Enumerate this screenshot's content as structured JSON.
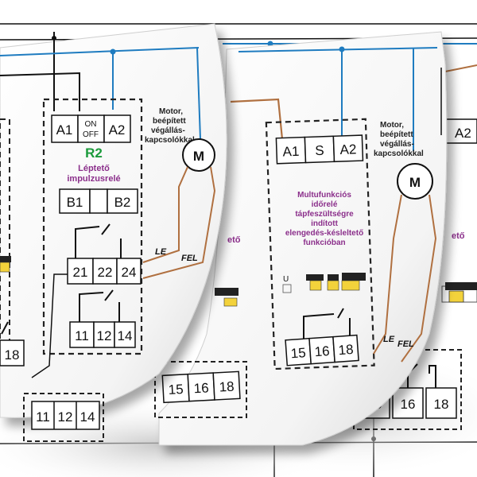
{
  "colors": {
    "blue_wire": "#1f7cc0",
    "brown_wire": "#b07040",
    "black_wire": "#111111",
    "label_purple": "#8b2f8b",
    "label_green": "#1a9a3a"
  },
  "front_sheet": {
    "terminals_top": [
      "A1",
      "ON\nOFF",
      "A2"
    ],
    "relay_id": "R2",
    "relay_name_line1": "Léptető",
    "relay_name_line2": "impulzusrelé",
    "terminals_b": [
      "B1",
      "B2"
    ],
    "terminals_mid": [
      "21",
      "22",
      "24"
    ],
    "terminals_bottom": [
      "11",
      "12",
      "14"
    ],
    "left_partial_terminal": "18",
    "motor_label": [
      "Motor,",
      "beépített",
      "végállás-",
      "kapcsolókkal"
    ],
    "motor_symbol": "M",
    "wire_le": "LE",
    "wire_fel": "FEL"
  },
  "middle_sheet": {
    "terminals_top": [
      "A1",
      "S",
      "A2"
    ],
    "relay_desc": [
      "Multufunkciós",
      "időrelé",
      "tápfeszültségre",
      "indított",
      "elengedés-késleltető",
      "funkcióban"
    ],
    "terminals_bottom": [
      "15",
      "16",
      "18"
    ],
    "motor_label": [
      "Motor,",
      "beépített",
      "végállás-",
      "kapcsolókkal"
    ],
    "motor_symbol": "M",
    "wire_le": "LE",
    "wire_fel": "FEL",
    "partial_label": "ető",
    "timing_mark": "U"
  },
  "back_sheet": {
    "terminals_bottom_front": [
      "15",
      "16",
      "18"
    ],
    "terminals_bottom_back": [
      "11",
      "12",
      "14"
    ],
    "partial_label": "ető",
    "partial_top": "A2"
  }
}
